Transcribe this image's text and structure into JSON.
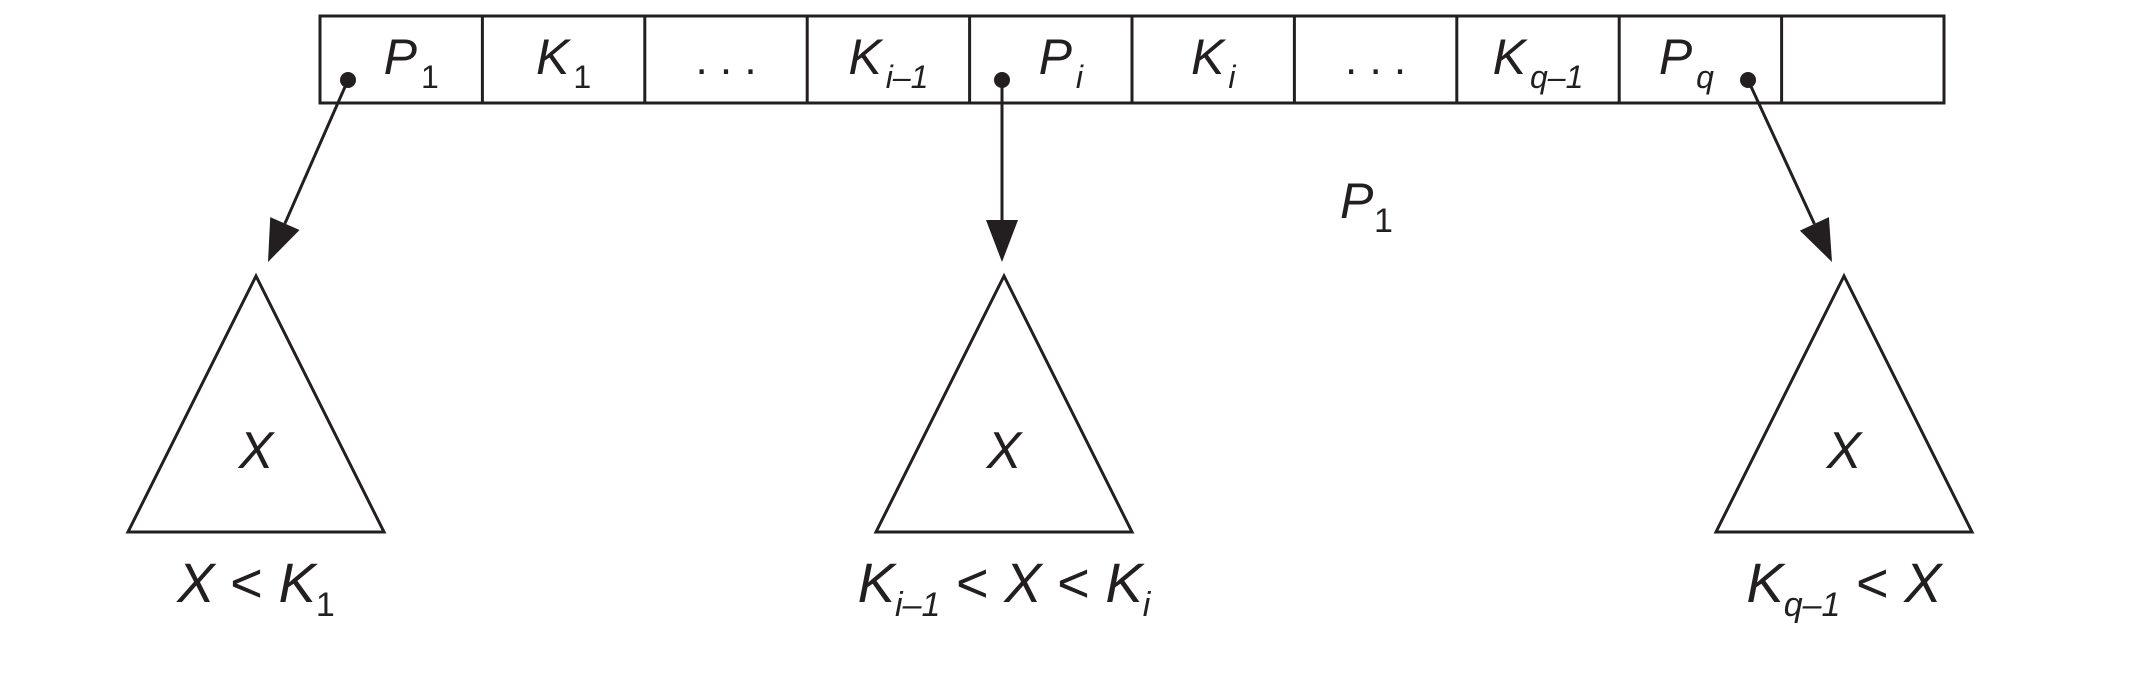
{
  "node": {
    "cells": [
      {
        "id": "p1",
        "base": "P",
        "sub": "1",
        "sub_italic": false
      },
      {
        "id": "k1",
        "base": "K",
        "sub": "1",
        "sub_italic": false
      },
      {
        "id": "dots1",
        "base": ". . .",
        "sub": "",
        "sub_italic": false
      },
      {
        "id": "ki-1",
        "base": "K",
        "sub": "i–1",
        "sub_italic": true
      },
      {
        "id": "pi",
        "base": "P",
        "sub": "i",
        "sub_italic": true
      },
      {
        "id": "ki",
        "base": "K",
        "sub": "i",
        "sub_italic": true
      },
      {
        "id": "dots2",
        "base": ". . .",
        "sub": "",
        "sub_italic": false
      },
      {
        "id": "kq-1",
        "base": "K",
        "sub": "q–1",
        "sub_italic": true
      },
      {
        "id": "pq",
        "base": "P",
        "sub": "q",
        "sub_italic": true
      },
      {
        "id": "empty",
        "base": "",
        "sub": "",
        "sub_italic": false
      }
    ]
  },
  "floating_label": {
    "base": "P",
    "sub": "1"
  },
  "subtrees": [
    {
      "id": "left",
      "inner": "X",
      "condition": "X < K₁"
    },
    {
      "id": "middle",
      "inner": "X",
      "condition": "Kᵢ₋₁ < X < Kᵢ"
    },
    {
      "id": "right",
      "inner": "X",
      "condition": "Kq₋₁ < X"
    }
  ],
  "colors": {
    "ink": "#231f20",
    "background": "#ffffff"
  }
}
